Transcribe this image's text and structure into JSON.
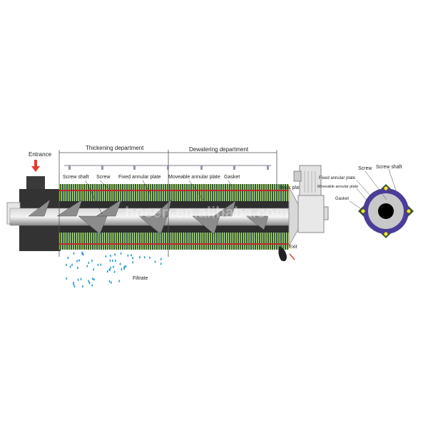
{
  "labels": {
    "entrance": "Entrance",
    "thickening": "Thickening department",
    "dewatering": "Dewatering department",
    "screw_shaft": "Screw shaft",
    "screw": "Screw",
    "fixed_plate": "Fixed annular plate",
    "moveable_plate": "Moveable annular plate",
    "gasket": "Gasket",
    "back_plate": "Back plate",
    "exit": "Exit",
    "filtrate": "Filtrate"
  },
  "section_view": {
    "screw": "Screw",
    "screw_shaft": "Screw shaft",
    "fixed_plate": "Fixed annular plate",
    "moveable_plate": "Moveable annular plate",
    "gasket": "Gasket"
  },
  "watermark": "hoeen.en.alibaba.com",
  "colors": {
    "arrow": "#e8392b",
    "body": "#333333",
    "ring": "#4a3d9a",
    "gasket": "#5a9a2a",
    "drop": "#2a9fd6"
  }
}
